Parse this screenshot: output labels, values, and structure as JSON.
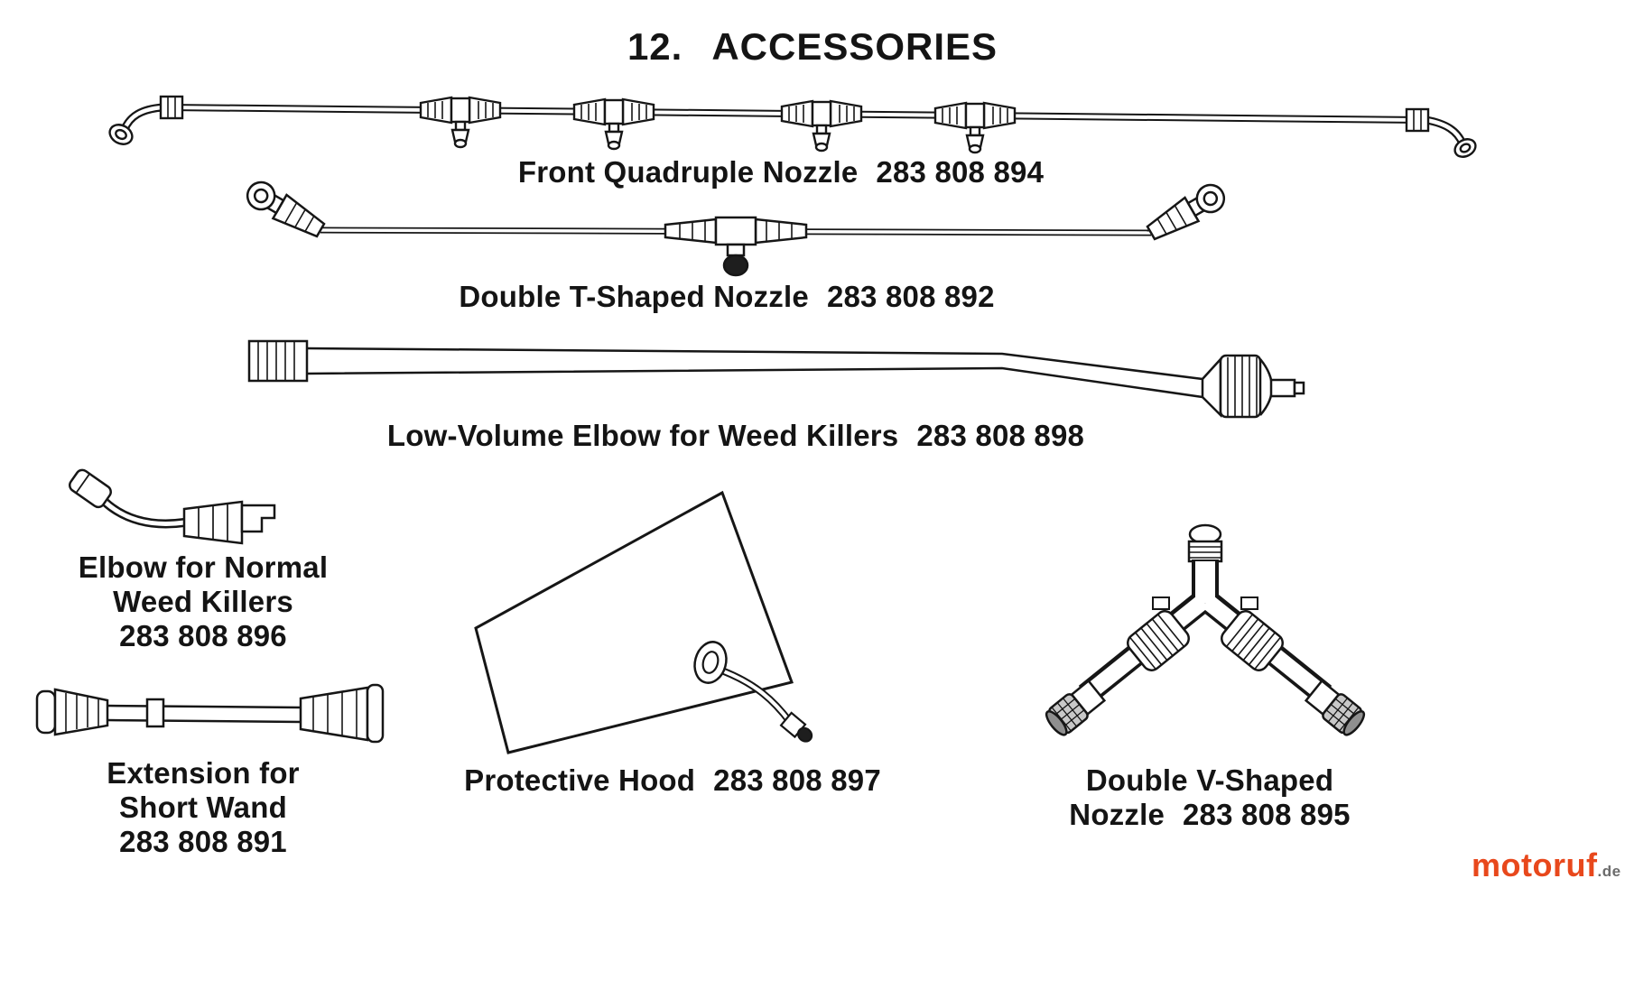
{
  "page": {
    "background": "#ffffff",
    "ink": "#161616"
  },
  "header": {
    "number": "12.",
    "title": "ACCESSORIES"
  },
  "items": [
    {
      "name": "Front Quadruple Nozzle",
      "part_number": "283 808 894"
    },
    {
      "name": "Double T-Shaped Nozzle",
      "part_number": "283 808 892"
    },
    {
      "name": "Low-Volume Elbow for Weed Killers",
      "part_number": "283 808 898"
    },
    {
      "name": "Elbow for Normal Weed Killers",
      "part_number": "283 808 896"
    },
    {
      "name": "Extension for Short Wand",
      "part_number": "283 808 891"
    },
    {
      "name": "Protective Hood",
      "part_number": "283 808 897"
    },
    {
      "name": "Double V-Shaped Nozzle",
      "part_number": "283 808 895"
    }
  ],
  "drawings": [
    "front-quadruple-nozzle-drawing",
    "double-t-shaped-nozzle-drawing",
    "low-volume-elbow-drawing",
    "elbow-normal-weed-killers-drawing",
    "extension-short-wand-drawing",
    "protective-hood-drawing",
    "double-v-shaped-nozzle-drawing"
  ],
  "watermark": {
    "brand": "motoruf",
    "tld": ".de",
    "color": "#e8481c",
    "tld_color": "#6b6b6b"
  }
}
